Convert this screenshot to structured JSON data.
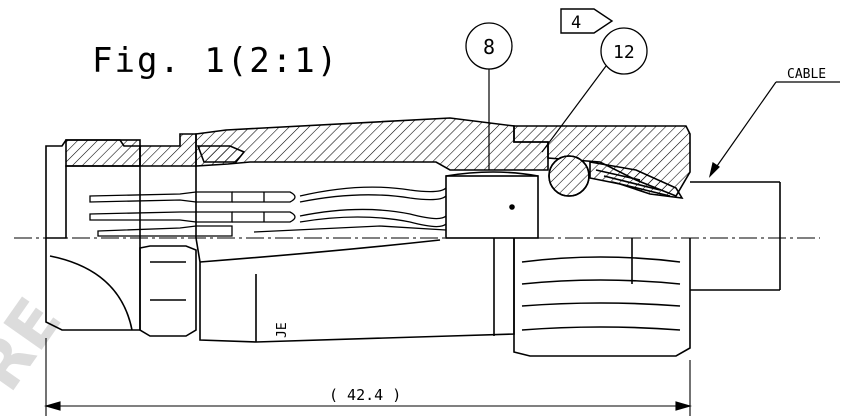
{
  "figure": {
    "title": "Fig. 1(2:1)",
    "cable_label": "CABLE",
    "dimension": "( 42.4 )",
    "balloons": {
      "part_8": "8",
      "part_12": "12"
    },
    "flag_note": "4",
    "body_mark": "JE",
    "watermark": "RE"
  },
  "colors": {
    "line": "#000000",
    "background": "#ffffff",
    "watermark": "#d9d9d9"
  }
}
